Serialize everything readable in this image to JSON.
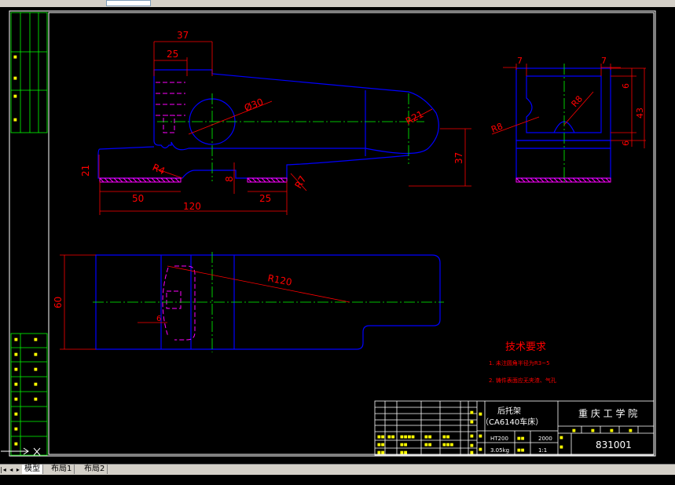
{
  "drawing": {
    "dims": {
      "d37": "37",
      "d25a": "25",
      "d30": "Ø30",
      "r21": "R21",
      "d21": "21",
      "r4": "R4",
      "d8": "8",
      "d50": "50",
      "d25b": "25",
      "r7": "R7",
      "d120": "120",
      "d37v": "37",
      "s7a": "7",
      "s7b": "7",
      "s6a": "6",
      "s43": "43",
      "s6b": "6",
      "r8a": "R8",
      "r8b": "R8",
      "r120": "R120",
      "d60": "60",
      "d6": "6"
    },
    "notes": {
      "title": "技术要求",
      "line1": "1. 未注圆角半径为R3~5",
      "line2": "2. 铸件表面应无夹渣、气孔"
    },
    "title_block": {
      "part_name": "后托架",
      "machine": "（CA6140车床）",
      "school": "重 庆 工 学 院",
      "material": "HT200",
      "weight": "3.05kg",
      "ratio": "1:1",
      "quantity": "2000",
      "drawing_no": "831001"
    }
  },
  "layout_tabs": [
    "模型",
    "布局1",
    "布局2"
  ],
  "colors": {
    "line": "#0000ff",
    "dim": "#ff0000",
    "center": "#00ff00",
    "frame": "#ffffff",
    "hidden": "#ff00ff",
    "text": "#ffff00"
  }
}
